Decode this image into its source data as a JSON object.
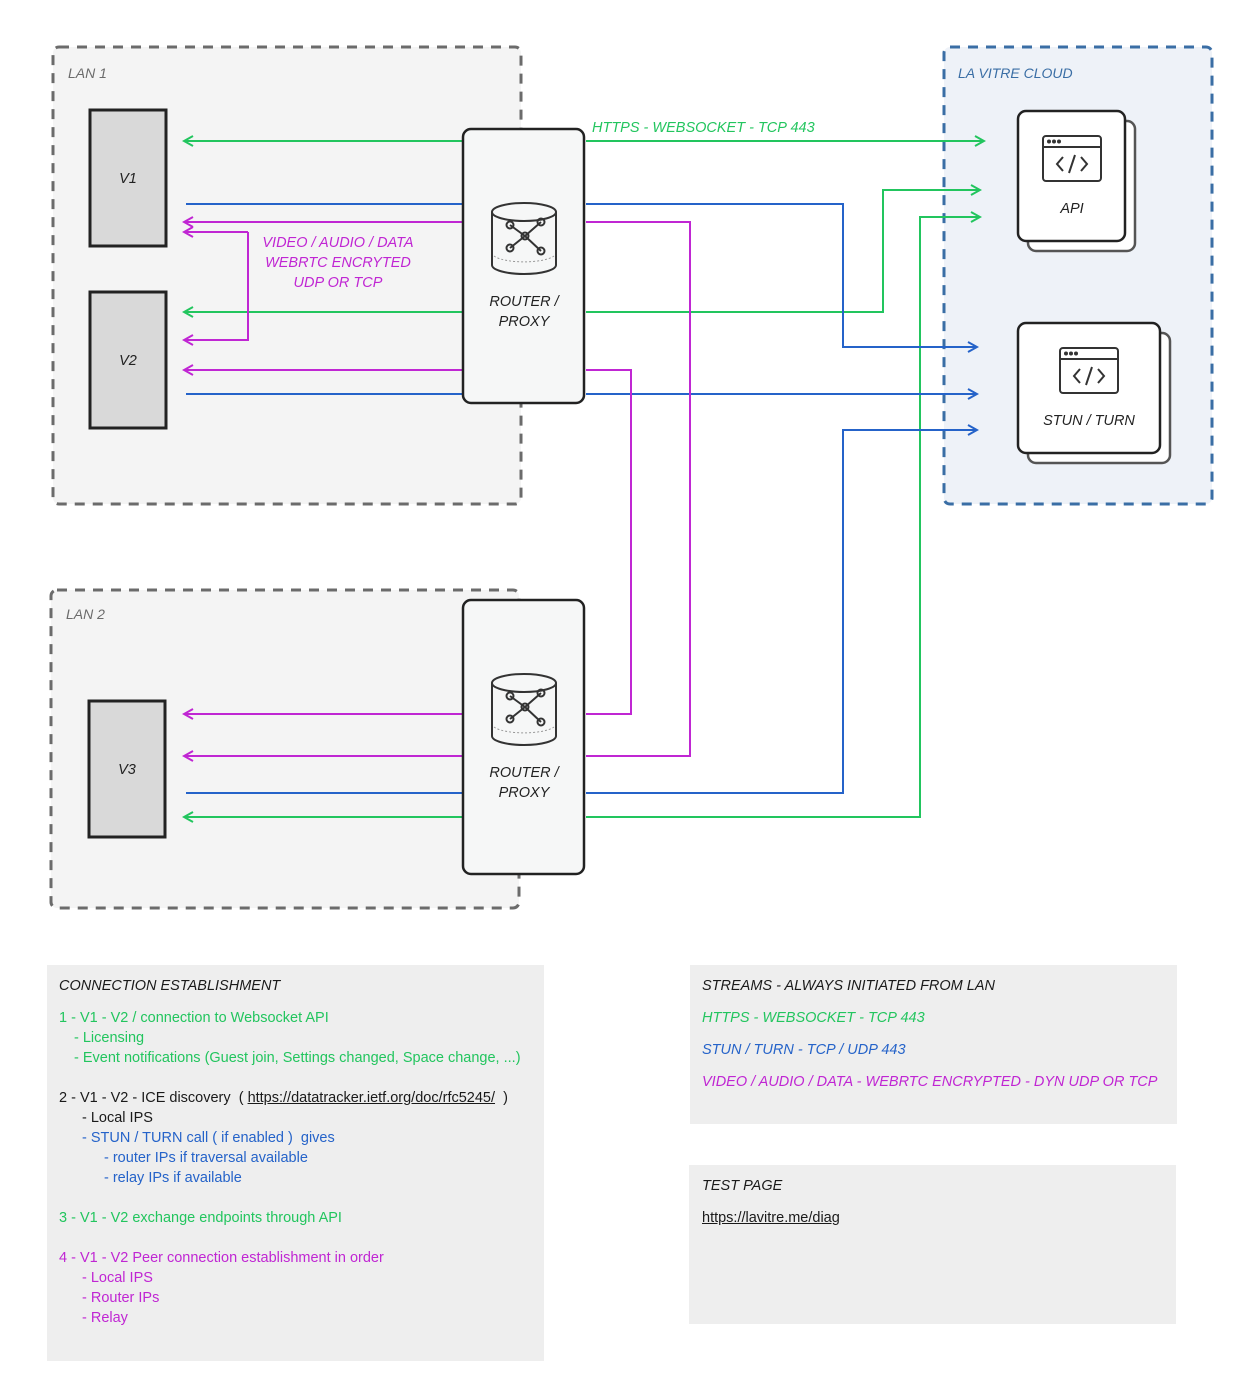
{
  "colors": {
    "https": "#22c55e",
    "stun": "#2563c9",
    "webrtc": "#c026d3",
    "lan_border": "#6b6b6b",
    "cloud_border": "#3a6ea5"
  },
  "lan1": {
    "label": "LAN 1"
  },
  "lan2": {
    "label": "LAN 2"
  },
  "cloud": {
    "label": "LA VITRE CLOUD"
  },
  "devices": {
    "v1": "V1",
    "v2": "V2",
    "v3": "V3"
  },
  "router1": {
    "line1": "ROUTER /",
    "line2": "PROXY",
    "icon": "router-cylinder-icon"
  },
  "router2": {
    "line1": "ROUTER /",
    "line2": "PROXY",
    "icon": "router-cylinder-icon"
  },
  "api": {
    "label": "API",
    "icon": "code-window-icon"
  },
  "stun": {
    "label": "STUN / TURN",
    "icon": "code-window-icon"
  },
  "labels": {
    "https_top": "HTTPS - WEBSOCKET - TCP 443",
    "webrtc1": "VIDEO / AUDIO / DATA",
    "webrtc2": "WEBRTC ENCRYTED",
    "webrtc3": "UDP OR TCP"
  },
  "connection": {
    "title": "CONNECTION ESTABLISHMENT",
    "s1": "1 - V1 - V2 / connection to Websocket API",
    "s1a": "- Licensing",
    "s1b": "- Event notifications (Guest join, Settings changed, Space change, ...)",
    "s2_prefix": "2 - V1 - V2 - ICE discovery  ( ",
    "s2_link": "https://datatracker.ietf.org/doc/rfc5245/",
    "s2_suffix": "  )",
    "s2a": "- Local IPS",
    "s2b": "- STUN / TURN call ( if enabled )  gives",
    "s2b1": "- router IPs if traversal available",
    "s2b2": "- relay IPs if available",
    "s3": "3 - V1 - V2 exchange endpoints through API",
    "s4": "4 - V1 - V2 Peer connection establishment in order",
    "s4a": "- Local IPS",
    "s4b": "- Router IPs",
    "s4c": "- Relay"
  },
  "streams": {
    "title": "STREAMS - ALWAYS INITIATED FROM LAN",
    "https": "HTTPS - WEBSOCKET - TCP 443",
    "stun": "STUN / TURN - TCP / UDP 443",
    "webrtc": "VIDEO / AUDIO / DATA - WEBRTC ENCRYPTED - DYN UDP OR TCP"
  },
  "test": {
    "title": "TEST PAGE",
    "link": "https://lavitre.me/diag"
  }
}
